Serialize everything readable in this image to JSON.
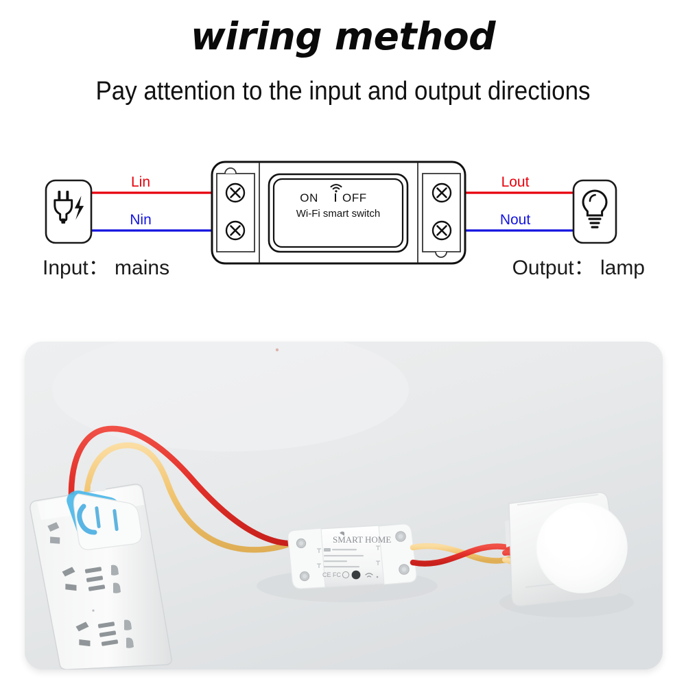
{
  "header": {
    "title": "wiring method",
    "subtitle": "Pay attention to the input and output directions"
  },
  "diagram": {
    "input_caption": "Input： mains",
    "output_caption": "Output： lamp",
    "input_icon": "power-plug-icon",
    "output_icon": "light-bulb-icon",
    "wires": [
      {
        "name": "Lin",
        "color": "#e8000c",
        "side": "input",
        "position": "top"
      },
      {
        "name": "Nin",
        "color": "#1414e0",
        "side": "input",
        "position": "bottom"
      },
      {
        "name": "Lout",
        "color": "#e8000c",
        "side": "output",
        "position": "top"
      },
      {
        "name": "Nout",
        "color": "#1414e0",
        "side": "output",
        "position": "bottom"
      }
    ],
    "device": {
      "on_label": "ON",
      "off_label": "OFF",
      "indicator_icon": "wifi-icon",
      "model_label": "Wi-Fi smart switch",
      "terminal_icon": "cross-screw-icon",
      "terminals": 4
    }
  },
  "photo": {
    "caption_alt": "Wi-Fi smart switch wired between a power strip and a lamp holder",
    "items": [
      {
        "name": "power-strip",
        "label": ""
      },
      {
        "name": "smart-switch-device",
        "label": "SMART HOME"
      },
      {
        "name": "lamp-holder",
        "label": ""
      },
      {
        "name": "light-bulb",
        "label": ""
      }
    ],
    "wire_colors": {
      "live": "#e8322a",
      "neutral": "#f0c170"
    },
    "background": "#e9ebec"
  }
}
